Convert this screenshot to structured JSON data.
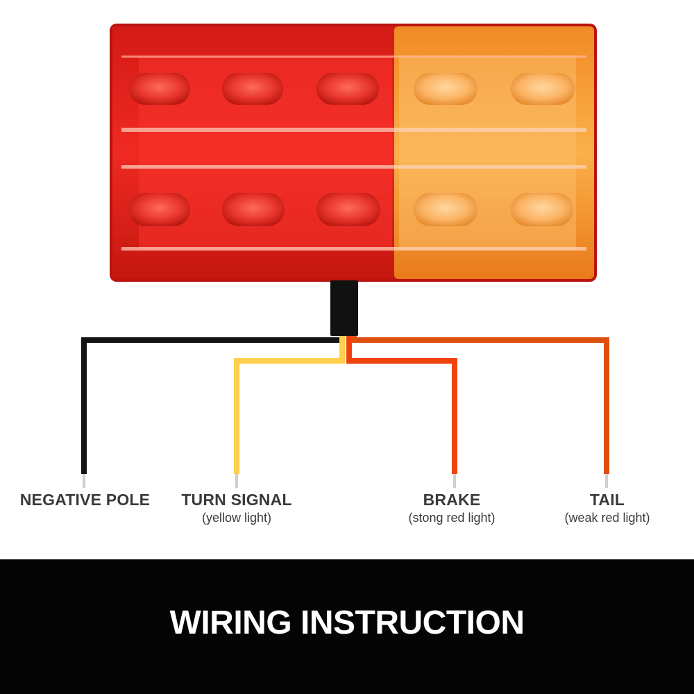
{
  "colors": {
    "negative_wire": "#141414",
    "turn_wire": "#ffcf4d",
    "brake_wire": "#f0420e",
    "tail_wire": "#de4f0e",
    "red_lens": "#e3201d",
    "amber_lens": "#f7a035",
    "footer_bg": "#040404",
    "footer_text": "#ffffff",
    "label_text": "#3a3a3a"
  },
  "wires": [
    {
      "id": "negative",
      "label": "NEGATIVE POLE",
      "sublabel": "",
      "color_key": "negative_wire"
    },
    {
      "id": "turn",
      "label": "TURN SIGNAL",
      "sublabel": "(yellow light)",
      "color_key": "turn_wire"
    },
    {
      "id": "brake",
      "label": "BRAKE",
      "sublabel": "(stong red light)",
      "color_key": "brake_wire"
    },
    {
      "id": "tail",
      "label": "TAIL",
      "sublabel": "(weak red light)",
      "color_key": "tail_wire"
    }
  ],
  "footer": {
    "title": "WIRING INSTRUCTION"
  }
}
